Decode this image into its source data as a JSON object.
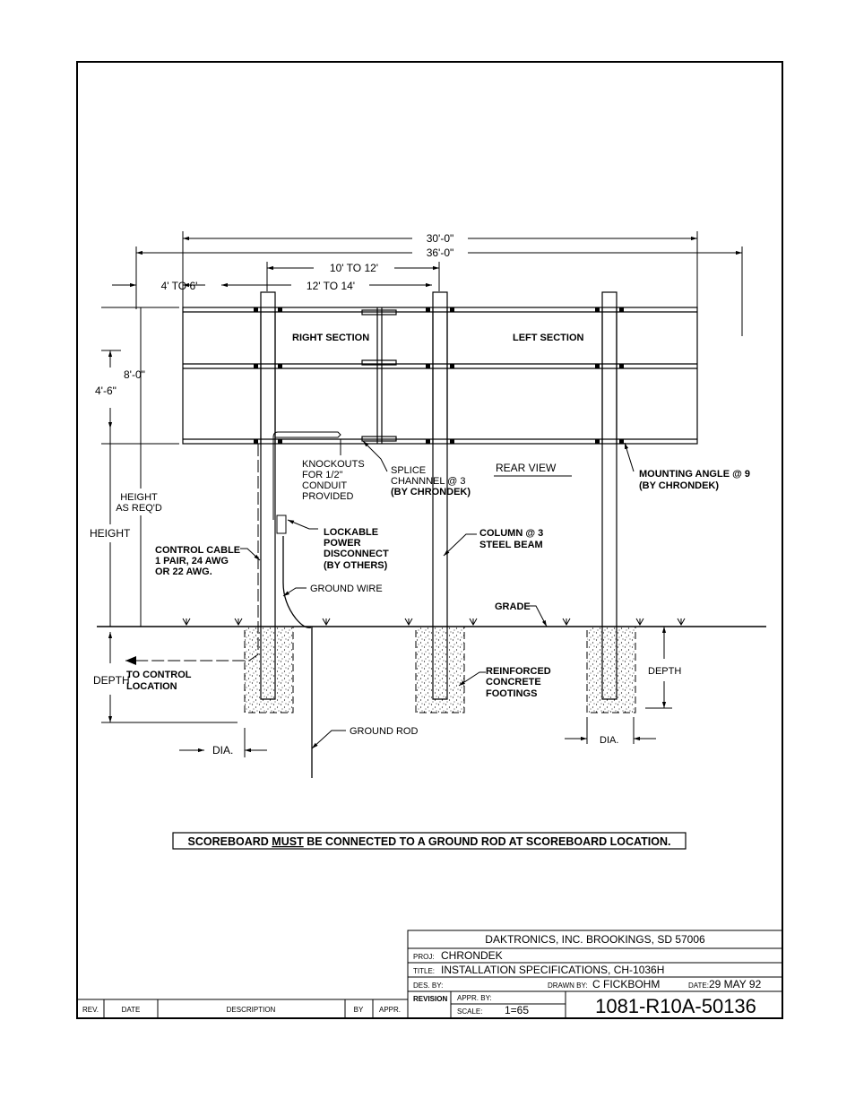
{
  "dims": {
    "d30": "30'-0\"",
    "d36": "36'-0\"",
    "d10": "10' TO 12'",
    "d4": "4' TO 6'",
    "d12": "12' TO 14'",
    "d8": "8'-0\"",
    "d46": "4'-6\""
  },
  "labels": {
    "right_section": "RIGHT SECTION",
    "left_section": "LEFT SECTION",
    "knockouts": [
      "KNOCKOUTS",
      "FOR 1/2\"",
      "CONDUIT",
      "PROVIDED"
    ],
    "splice": [
      "SPLICE",
      "CHANNNEL @ 3",
      "(BY CHRONDEK)"
    ],
    "rear_view": "REAR VIEW",
    "mounting": [
      "MOUNTING ANGLE @ 9",
      "(BY CHRONDEK)"
    ],
    "height_as": [
      "HEIGHT",
      "AS REQ'D"
    ],
    "height": "HEIGHT",
    "control_cable": [
      "CONTROL CABLE",
      "1 PAIR, 24 AWG",
      "OR 22 AWG."
    ],
    "lockable": [
      "LOCKABLE",
      "POWER",
      "DISCONNECT",
      "(BY OTHERS)"
    ],
    "column": [
      "COLUMN @ 3",
      "STEEL BEAM"
    ],
    "ground_wire": "GROUND WIRE",
    "grade": "GRADE",
    "reinforced": [
      "REINFORCED",
      "CONCRETE",
      "FOOTINGS"
    ],
    "depth_left": "DEPTH",
    "to_control": [
      "TO CONTROL",
      "LOCATION"
    ],
    "depth_right": "DEPTH",
    "ground_rod": "GROUND ROD",
    "dia_left": "DIA.",
    "dia_right": "DIA.",
    "notice_pre": "SCOREBOARD ",
    "notice_must": "MUST",
    "notice_post": " BE CONNECTED TO A GROUND ROD AT SCOREBOARD LOCATION."
  },
  "title_block": {
    "company": "DAKTRONICS,  INC.    BROOKINGS,  SD  57006",
    "proj_label": "PROJ:",
    "proj": "CHRONDEK",
    "title_label": "TITLE:",
    "title": "INSTALLATION  SPECIFICATIONS,  CH-1036H",
    "des_label": "DES. BY:",
    "drawn_label": "DRAWN BY:",
    "drawn": "C  FICKBOHM",
    "date_label": "DATE:",
    "date": "29  MAY  92",
    "revision_label": "REVISION",
    "appr_label": "APPR. BY:",
    "scale_label": "SCALE:",
    "scale": "1=65",
    "drawing_no": "1081-R10A-50136"
  },
  "revision_table": {
    "headers": [
      "REV.",
      "DATE",
      "DESCRIPTION",
      "BY",
      "APPR."
    ]
  }
}
